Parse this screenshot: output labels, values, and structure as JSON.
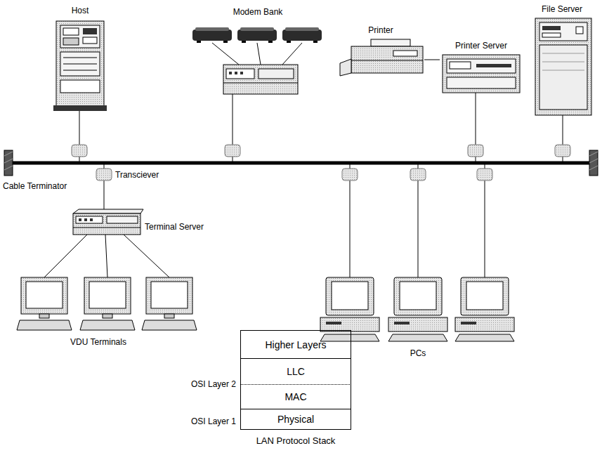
{
  "diagram": {
    "nodes": [
      {
        "text": [
          "Host"
        ]
      },
      {
        "text": [
          "Modem Bank"
        ]
      },
      {
        "text": [
          "Printer"
        ]
      },
      {
        "text": [
          "Printer Server"
        ]
      },
      {
        "text": [
          "File Server"
        ]
      },
      {
        "text": [
          "Terminal Server"
        ]
      },
      {
        "text": [
          "LAN Protocol Stack"
        ]
      },
      {
        "text": [
          "Higher Layers"
        ],
        "in": 6
      },
      {
        "text": [
          "LLC"
        ],
        "in": 6
      },
      {
        "text": [
          "MAC"
        ],
        "in": 6
      },
      {
        "text": [
          "Physical"
        ],
        "in": 6
      }
    ],
    "edges": [
      {
        "from": 2,
        "to": 3,
        "arrow": "none"
      }
    ],
    "labels": [
      "Cable Terminator",
      "Transciever",
      "VDU Terminals",
      "PCs",
      "OSI Layer 2",
      "OSI Layer 1"
    ]
  }
}
